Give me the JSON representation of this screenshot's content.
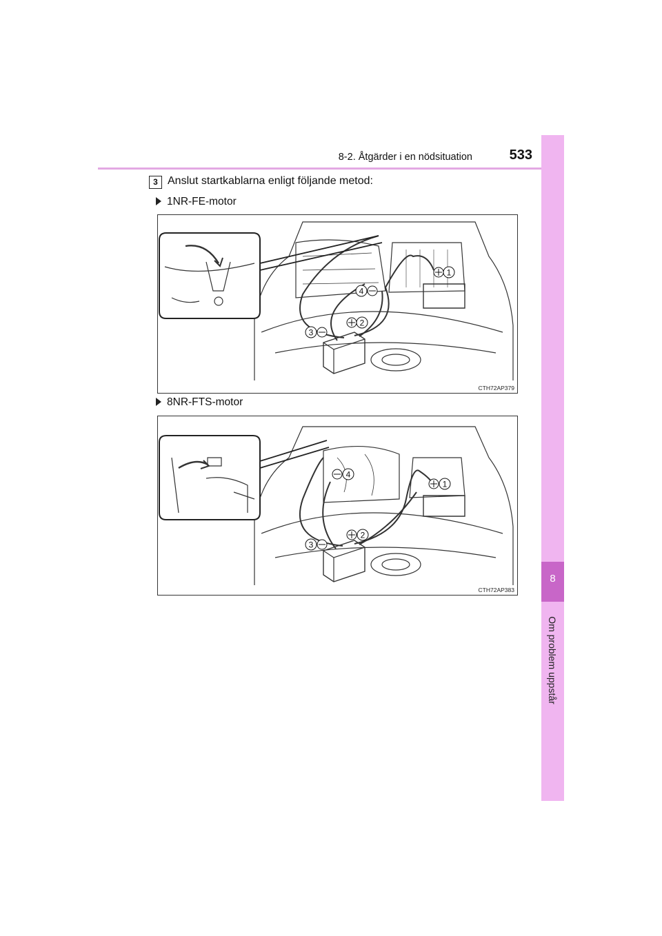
{
  "header": {
    "section": "8-2. Åtgärder i en nödsituation",
    "page": "533"
  },
  "side_tab": {
    "chapter": "8",
    "label": "Om problem uppstår"
  },
  "step": {
    "number": "3",
    "text": "Anslut startkablarna enligt följande metod:"
  },
  "figures": [
    {
      "heading": "1NR-FE-motor",
      "code": "CTH72AP379",
      "callouts": [
        "1",
        "2",
        "3",
        "4"
      ]
    },
    {
      "heading": "8NR-FTS-motor",
      "code": "CTH72AP383",
      "callouts": [
        "1",
        "2",
        "3",
        "4"
      ]
    }
  ],
  "colors": {
    "accent": "#c866c8",
    "tab": "#f0b5f0",
    "rule": "#e3a9e3"
  }
}
